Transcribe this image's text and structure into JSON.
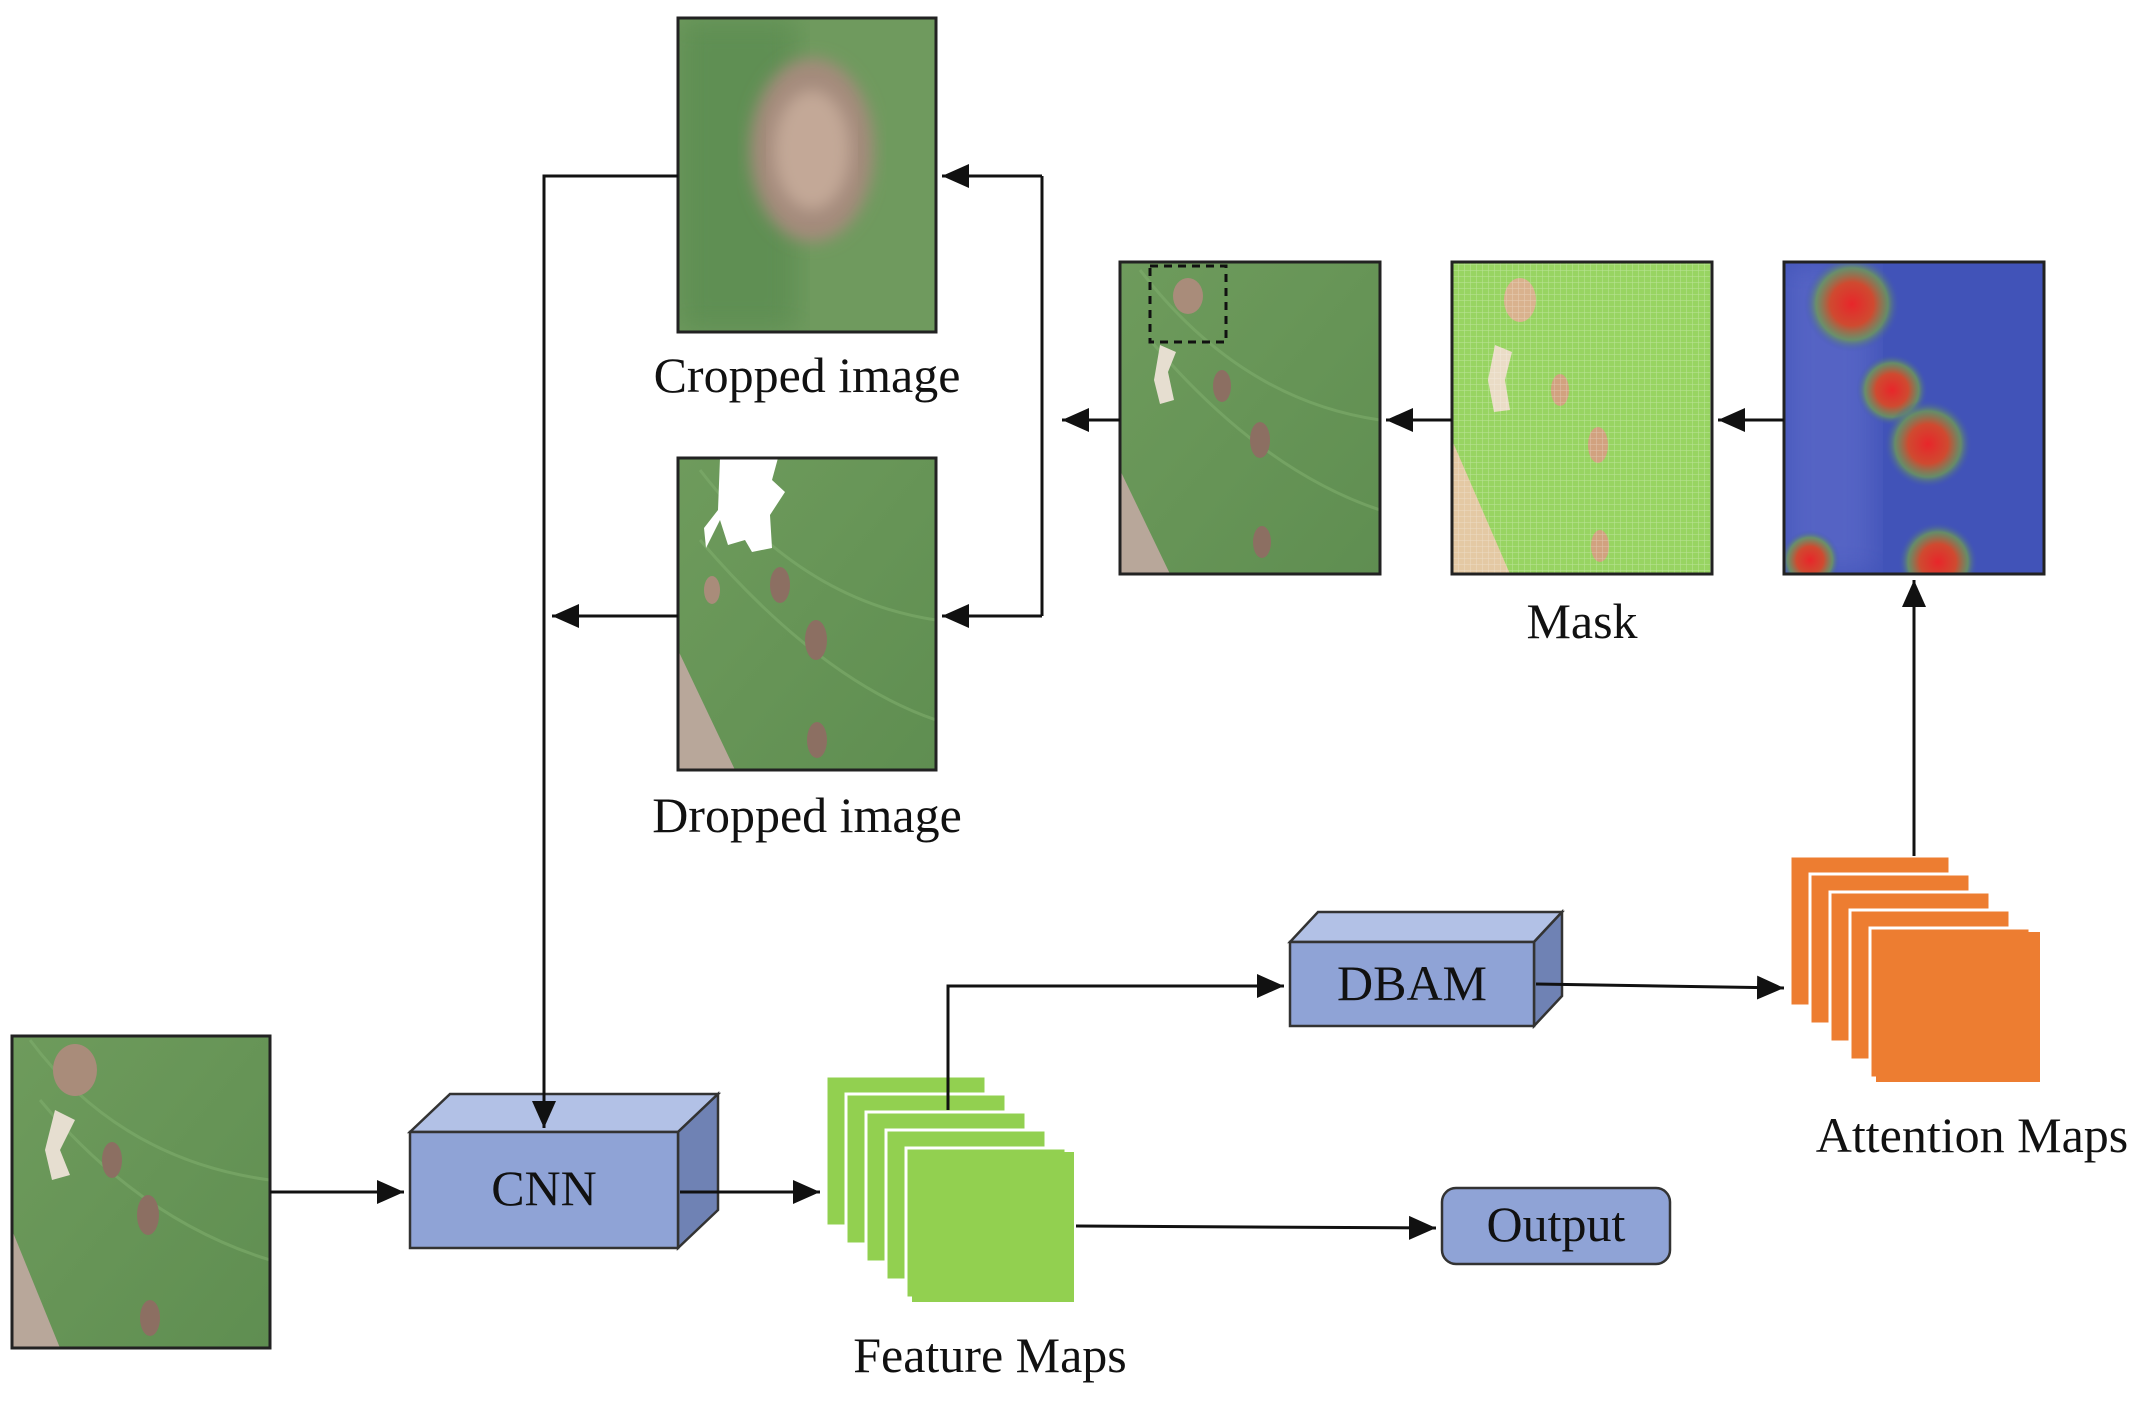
{
  "labels": {
    "cropped": "Cropped image",
    "dropped": "Dropped image",
    "mask": "Mask",
    "feature_maps": "Feature Maps",
    "attention_maps": "Attention Maps"
  },
  "blocks": {
    "cnn": "CNN",
    "dbam": "DBAM",
    "output": "Output"
  },
  "colors": {
    "block_face": "#8fa3d6",
    "block_top": "#b2c1e6",
    "block_side": "#6f82b4",
    "feature_maps": "#92d050",
    "attention_maps": "#ed7d31",
    "leaf": "#6b9a5a",
    "lesion": "#a98c7a",
    "heatmap_bg": "#3f52b5",
    "heatmap_hot": "#d83a2e"
  }
}
